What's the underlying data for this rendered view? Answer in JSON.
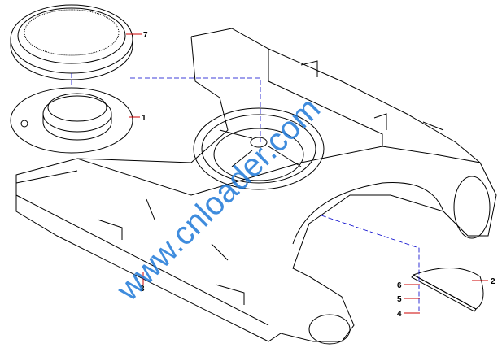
{
  "diagram": {
    "callouts": [
      {
        "id": "7",
        "label": "7"
      },
      {
        "id": "1",
        "label": "1"
      },
      {
        "id": "2",
        "label": "2"
      },
      {
        "id": "6",
        "label": "6"
      },
      {
        "id": "5",
        "label": "5"
      },
      {
        "id": "4",
        "label": "4"
      },
      {
        "id": "3",
        "label": "3"
      }
    ],
    "watermark": "www.cnloader.com",
    "colors": {
      "line": "#000000",
      "leader": "#cc0000",
      "centerline": "#0000cc",
      "watermark": "#1e78d8"
    }
  }
}
